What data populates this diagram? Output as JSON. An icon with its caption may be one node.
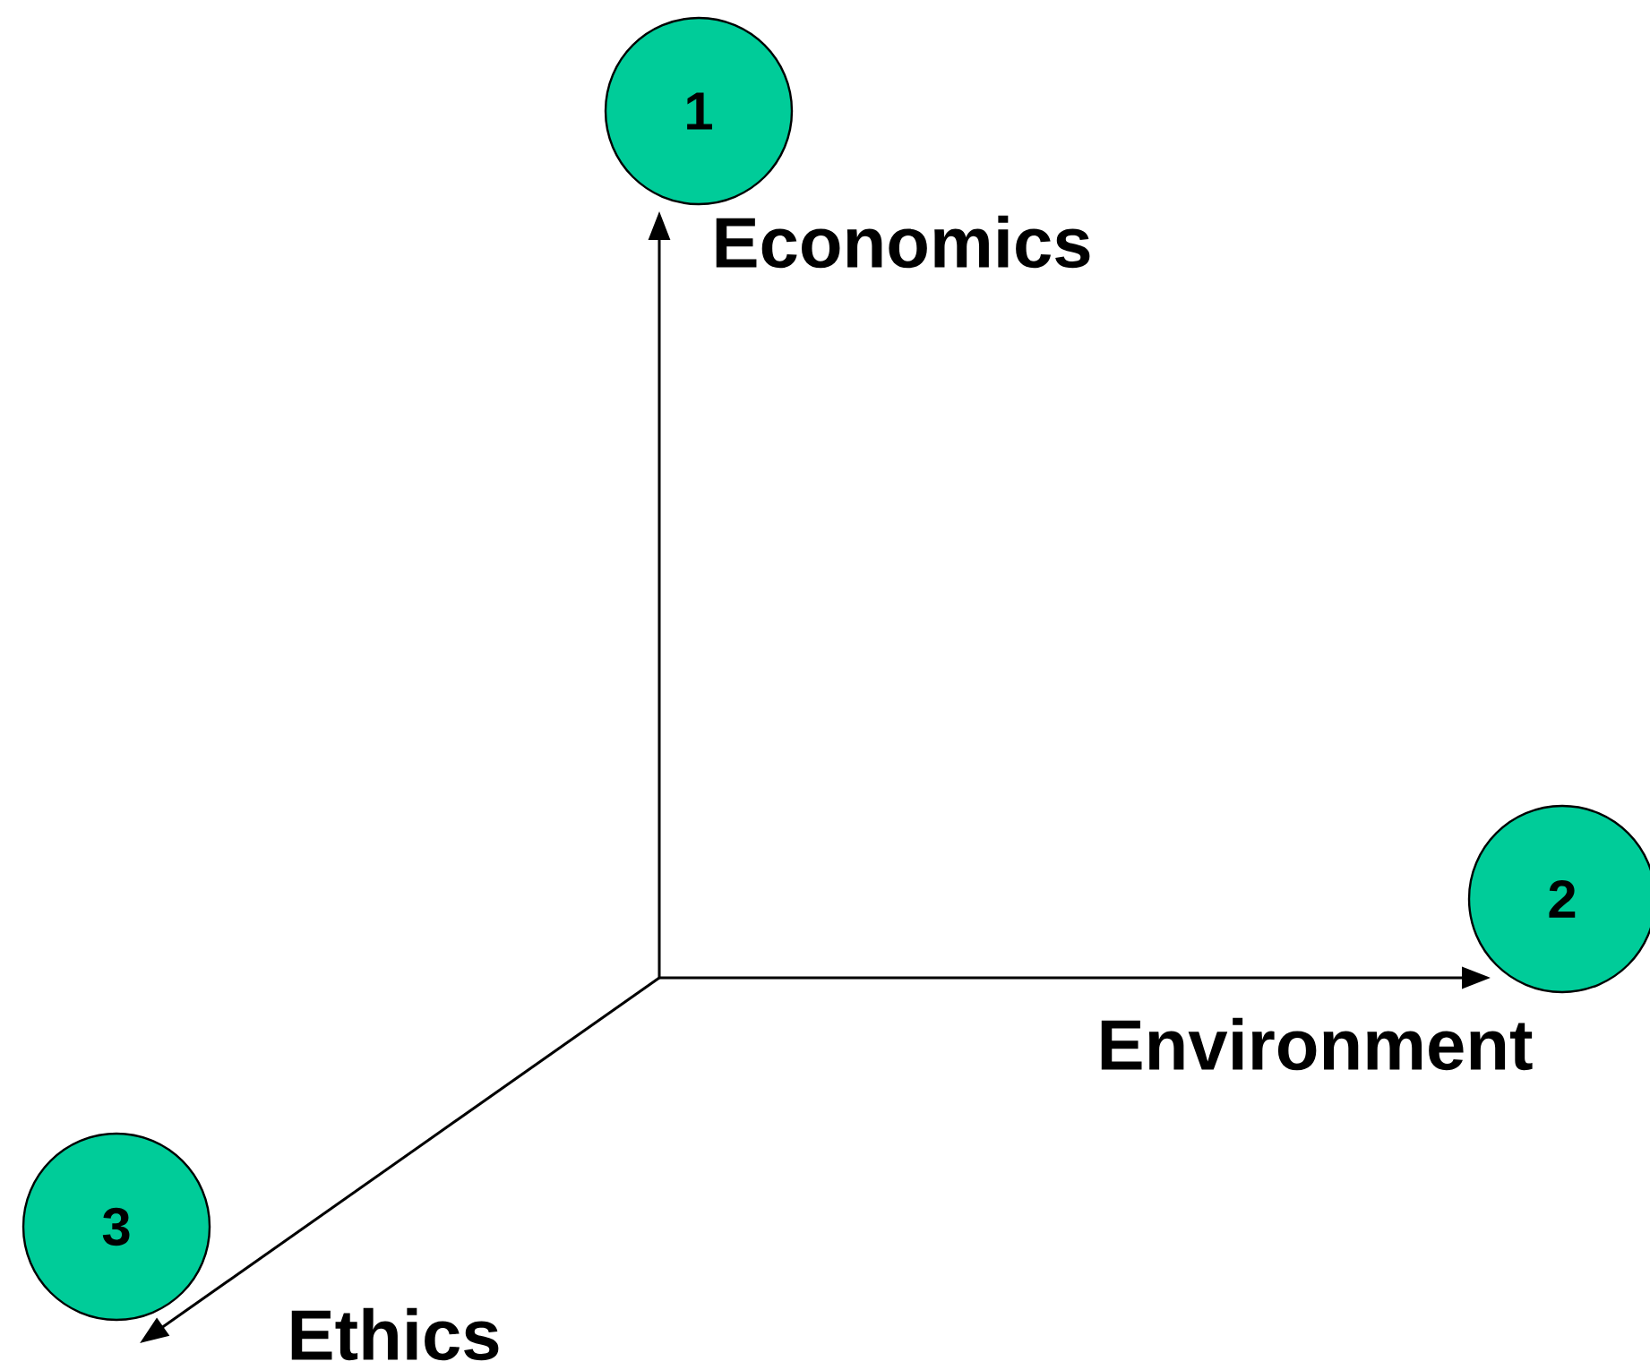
{
  "diagram": {
    "nodes": [
      {
        "text": [
          "1"
        ]
      },
      {
        "text": [
          "Economics"
        ]
      },
      {
        "text": [
          "2"
        ]
      },
      {
        "text": [
          "Environment"
        ]
      },
      {
        "text": [
          "3"
        ]
      },
      {
        "text": [
          "Ethics"
        ]
      }
    ],
    "edges": [
      {
        "from": null,
        "to": 1,
        "arrow": "to"
      },
      {
        "from": null,
        "to": 3,
        "arrow": "to"
      },
      {
        "from": null,
        "to": 5,
        "arrow": "to"
      }
    ]
  }
}
